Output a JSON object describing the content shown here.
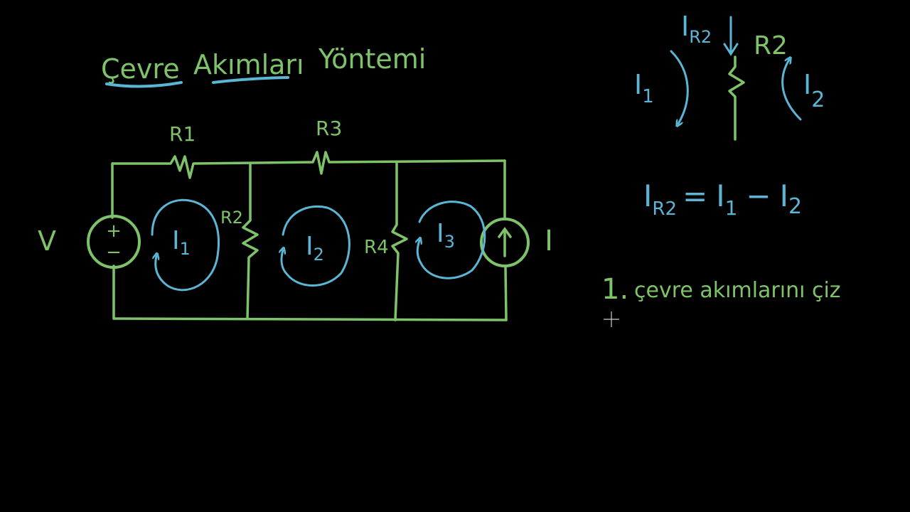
{
  "colors": {
    "background": "#000000",
    "green": "#7ec36a",
    "blue": "#5bb6d6"
  },
  "title": {
    "word1": "Çevre",
    "word2": "Akımları",
    "word3": "Yöntemi"
  },
  "circuit": {
    "source_label": "V",
    "source_plus": "+",
    "source_minus": "−",
    "current_source_label": "I",
    "resistors": {
      "r1": "R1",
      "r2": "R2",
      "r3": "R3",
      "r4": "R4"
    },
    "mesh_currents": {
      "i1": "I",
      "i1_sub": "1",
      "i2": "I",
      "i2_sub": "2",
      "i3": "I",
      "i3_sub": "3"
    }
  },
  "detail": {
    "ir2": "I",
    "ir2_sub": "R2",
    "r2": "R2",
    "i1": "I",
    "i1_sub": "1",
    "i2": "I",
    "i2_sub": "2"
  },
  "equation": {
    "lhs": "I",
    "lhs_sub": "R2",
    "eq": "=",
    "t1": "I",
    "t1_sub": "1",
    "minus": "−",
    "t2": "I",
    "t2_sub": "2"
  },
  "steps": {
    "step1_number": "1.",
    "step1_text": "çevre akımlarını çiz"
  }
}
